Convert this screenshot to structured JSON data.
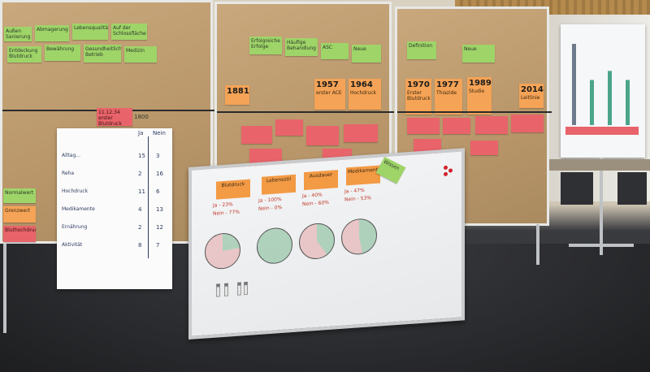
{
  "board_left": {
    "top_notes": [
      "Außen Sanierung",
      "Abmagerung",
      "Lebensqualität",
      "Auf der Schlossfläche",
      "Entdeckung Blutdruck",
      "Bewährung",
      "Gesundheitliche Betrieb",
      "Medizin"
    ],
    "timeline_note": "11.12.34 erster Blutdruck",
    "timeline_year": "1800"
  },
  "board_middle": {
    "top_notes": [
      "Erfolgreiche Erfolge",
      "Häufige Behandlung",
      "ASC",
      "Neue"
    ],
    "years": [
      "1957",
      "1964",
      "1881"
    ],
    "year_captions": [
      "erster ACE",
      "Hochdruck"
    ]
  },
  "board_right": {
    "top_notes": [
      "Definition",
      "Neue"
    ],
    "years": [
      "1970",
      "1977",
      "1989",
      "2014"
    ],
    "year_captions": [
      "Erster Blutdruck",
      "Thiazide",
      "Studie",
      "Leitlinie"
    ]
  },
  "flipchart_left": {
    "rows": [
      {
        "text": "Alltag...",
        "left": "15",
        "right": "3"
      },
      {
        "text": "Reha",
        "left": "2",
        "right": "16"
      },
      {
        "text": "Hochdruck",
        "left": "11",
        "right": "6"
      },
      {
        "text": "Medikamente",
        "left": "4",
        "right": "13"
      },
      {
        "text": "Ernährung",
        "left": "2",
        "right": "12"
      },
      {
        "text": "Aktivität",
        "left": "8",
        "right": "7"
      }
    ],
    "header_left": "Ja",
    "header_right": "Nein"
  },
  "side_notes": [
    "Normalwert",
    "Grenzwert",
    "Bluthochdruck"
  ],
  "whiteboard": {
    "labels": [
      "Blutdruck",
      "Lebensstil",
      "Ausdauer",
      "Medikamente"
    ],
    "stats": [
      [
        "Ja - 23%",
        "Nein - 77%"
      ],
      [
        "Ja - 100%",
        "Nein - 0%"
      ],
      [
        "Ja - 40%",
        "Nein - 60%"
      ],
      [
        "Ja - 47%",
        "Nein - 53%"
      ]
    ],
    "corner_note": "Wissen",
    "pie_fractions": [
      0.23,
      1.0,
      0.4,
      0.47
    ]
  },
  "flipchart_right": {
    "bar_values": [
      9,
      5,
      6,
      5
    ]
  },
  "colors": {
    "green_note": "#9fd468",
    "orange_note": "#f5a356",
    "red_note": "#e8646a"
  }
}
